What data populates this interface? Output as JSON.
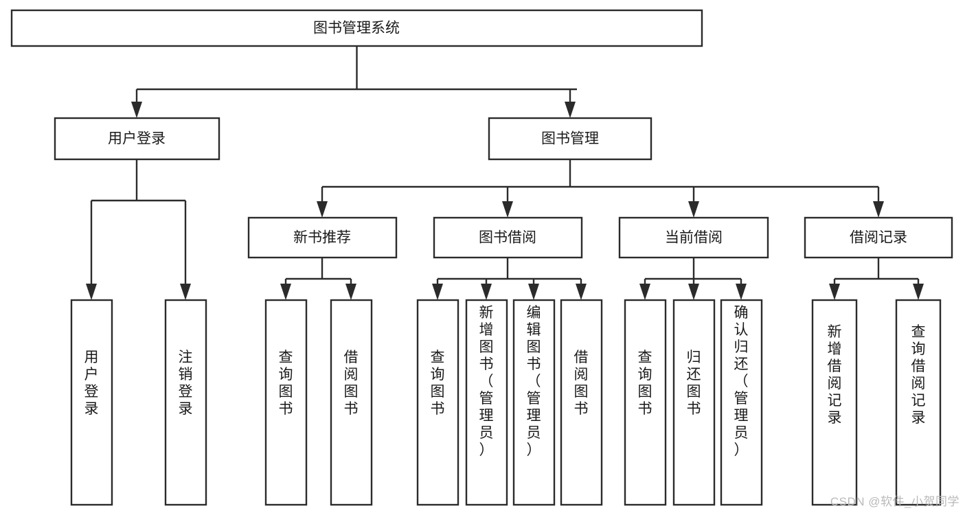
{
  "diagram": {
    "title": "图书管理系统",
    "type": "hierarchy-tree",
    "orientation": "top-down",
    "colors": {
      "box_fill": "#ffffff",
      "box_stroke": "#2b2b2b",
      "text": "#1a1a1a",
      "connector": "#2b2b2b",
      "watermark": "#b9b9b9",
      "background": "#ffffff"
    },
    "levels": [
      {
        "level": 1,
        "nodes": [
          {
            "id": "root",
            "label": "图书管理系统",
            "orientation": "horizontal"
          }
        ]
      },
      {
        "level": 2,
        "nodes": [
          {
            "id": "user-login",
            "label": "用户登录",
            "orientation": "horizontal",
            "parent": "root"
          },
          {
            "id": "book-management",
            "label": "图书管理",
            "orientation": "horizontal",
            "parent": "root"
          }
        ]
      },
      {
        "level": 3,
        "nodes": [
          {
            "id": "new-book-recommend",
            "label": "新书推荐",
            "orientation": "horizontal",
            "parent": "book-management"
          },
          {
            "id": "book-borrow",
            "label": "图书借阅",
            "orientation": "horizontal",
            "parent": "book-management"
          },
          {
            "id": "current-borrow",
            "label": "当前借阅",
            "orientation": "horizontal",
            "parent": "book-management"
          },
          {
            "id": "borrow-record",
            "label": "借阅记录",
            "orientation": "horizontal",
            "parent": "book-management"
          }
        ]
      },
      {
        "level": 4,
        "nodes": [
          {
            "id": "leaf-user-login",
            "label": "用户登录",
            "orientation": "vertical",
            "parent": "user-login"
          },
          {
            "id": "leaf-user-logout",
            "label": "注销登录",
            "orientation": "vertical",
            "parent": "user-login"
          },
          {
            "id": "leaf-query-book-1",
            "label": "查询图书",
            "orientation": "vertical",
            "parent": "new-book-recommend"
          },
          {
            "id": "leaf-borrow-book-1",
            "label": "借阅图书",
            "orientation": "vertical",
            "parent": "new-book-recommend"
          },
          {
            "id": "leaf-query-book-2",
            "label": "查询图书",
            "orientation": "vertical",
            "parent": "book-borrow"
          },
          {
            "id": "leaf-add-book",
            "label": "新增图书（管理员）",
            "orientation": "vertical",
            "parent": "book-borrow"
          },
          {
            "id": "leaf-edit-book",
            "label": "编辑图书（管理员）",
            "orientation": "vertical",
            "parent": "book-borrow"
          },
          {
            "id": "leaf-borrow-book-2",
            "label": "借阅图书",
            "orientation": "vertical",
            "parent": "book-borrow"
          },
          {
            "id": "leaf-query-book-3",
            "label": "查询图书",
            "orientation": "vertical",
            "parent": "current-borrow"
          },
          {
            "id": "leaf-return-book",
            "label": "归还图书",
            "orientation": "vertical",
            "parent": "current-borrow"
          },
          {
            "id": "leaf-confirm-return",
            "label": "确认归还（管理员）",
            "orientation": "vertical",
            "parent": "current-borrow"
          },
          {
            "id": "leaf-add-record",
            "label": "新增借阅记录",
            "orientation": "vertical",
            "parent": "borrow-record"
          },
          {
            "id": "leaf-query-record",
            "label": "查询借阅记录",
            "orientation": "vertical",
            "parent": "borrow-record"
          }
        ]
      }
    ]
  },
  "watermark": {
    "text": "CSDN @软件_小贺同学"
  }
}
